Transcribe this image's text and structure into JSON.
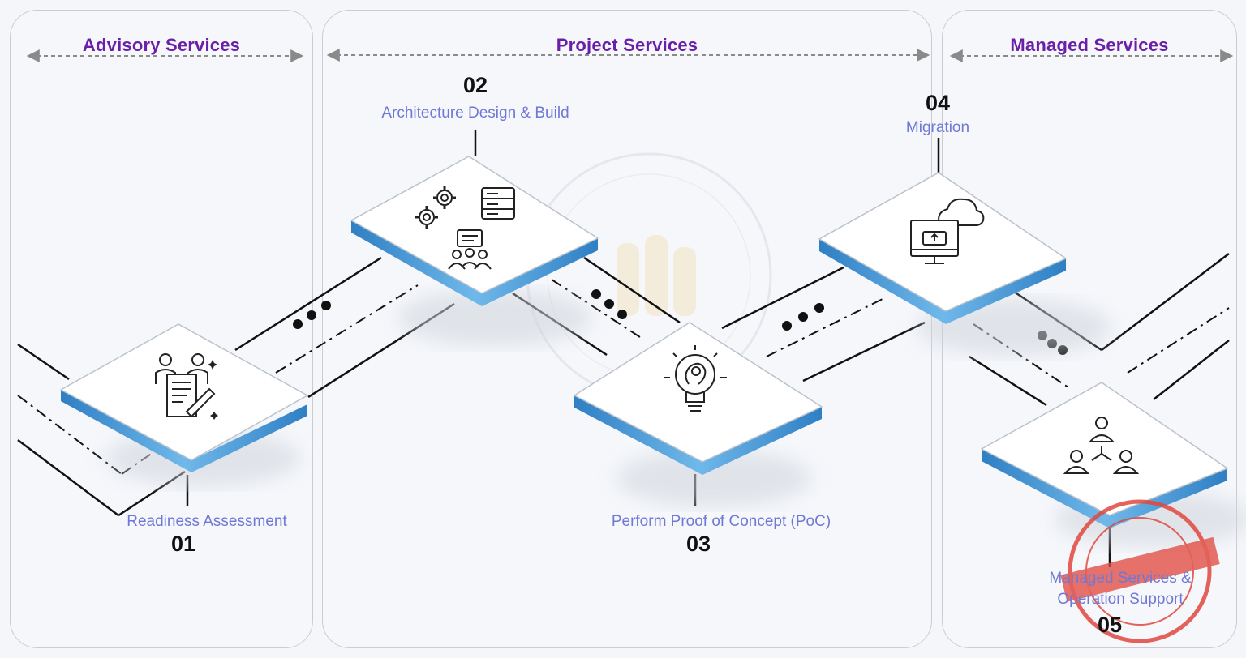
{
  "sections": [
    {
      "title": "Advisory Services"
    },
    {
      "title": "Project Services"
    },
    {
      "title": "Managed Services"
    }
  ],
  "steps": [
    {
      "number": "01",
      "label": "Readiness Assessment",
      "icon": "assessment-document-icon"
    },
    {
      "number": "02",
      "label": "Architecture Design & Build",
      "icon": "gears-server-team-icon"
    },
    {
      "number": "03",
      "label": "Perform Proof of Concept (PoC)",
      "icon": "idea-bulb-icon"
    },
    {
      "number": "04",
      "label": "Migration",
      "icon": "cloud-upload-monitor-icon"
    },
    {
      "number": "05",
      "label_line1": "Managed Services &",
      "label_line2": "Operation Support",
      "icon": "team-hierarchy-icon"
    }
  ],
  "colors": {
    "section_title": "#6a1fa8",
    "step_label": "#6f78d6",
    "tile_edge": "#3f8fd0",
    "track_line": "#111111"
  }
}
